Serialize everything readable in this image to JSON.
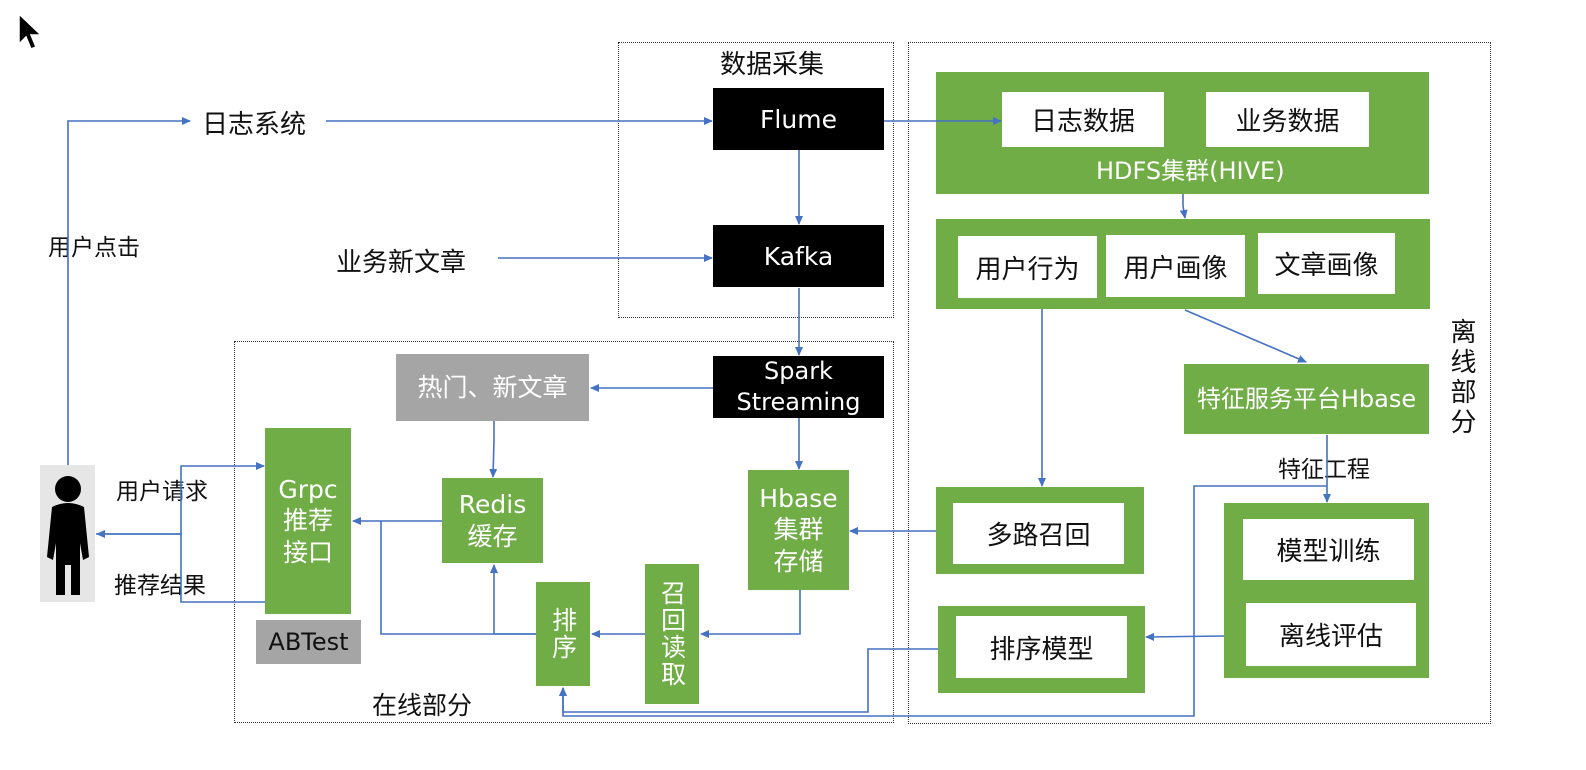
{
  "nodes": {
    "data_collection": "数据采集",
    "log_system": "日志系统",
    "business_new_articles": "业务新文章",
    "user_click": "用户点击",
    "user_request": "用户请求",
    "recommend_result": "推荐结果",
    "flume": "Flume",
    "kafka": "Kafka",
    "spark_streaming": "Spark\nStreaming",
    "hot_new_articles": "热门、新文章",
    "redis_cache": "Redis\n缓存",
    "hbase_storage": "Hbase\n集群\n存储",
    "grpc_interface": "Grpc\n推荐\n接口",
    "abtest": "ABTest",
    "sort": "排序",
    "recall_read": "召回读取",
    "online_part": "在线部分",
    "log_data": "日志数据",
    "business_data": "业务数据",
    "hdfs_cluster": "HDFS集群(HIVE)",
    "user_behavior": "用户行为",
    "user_profile": "用户画像",
    "article_profile": "文章画像",
    "feature_platform": "特征服务平台Hbase",
    "offline_part": "离线部分",
    "feature_engineering": "特征工程",
    "multi_recall": "多路召回",
    "model_training": "模型训练",
    "offline_eval": "离线评估",
    "sort_model": "排序模型"
  },
  "colors": {
    "green": "#70ad47",
    "black": "#000000",
    "gray": "#a5a5a5",
    "arrow": "#4472c4"
  },
  "icons": {
    "cursor": "mouse-pointer-icon",
    "user": "user-figure-icon"
  }
}
